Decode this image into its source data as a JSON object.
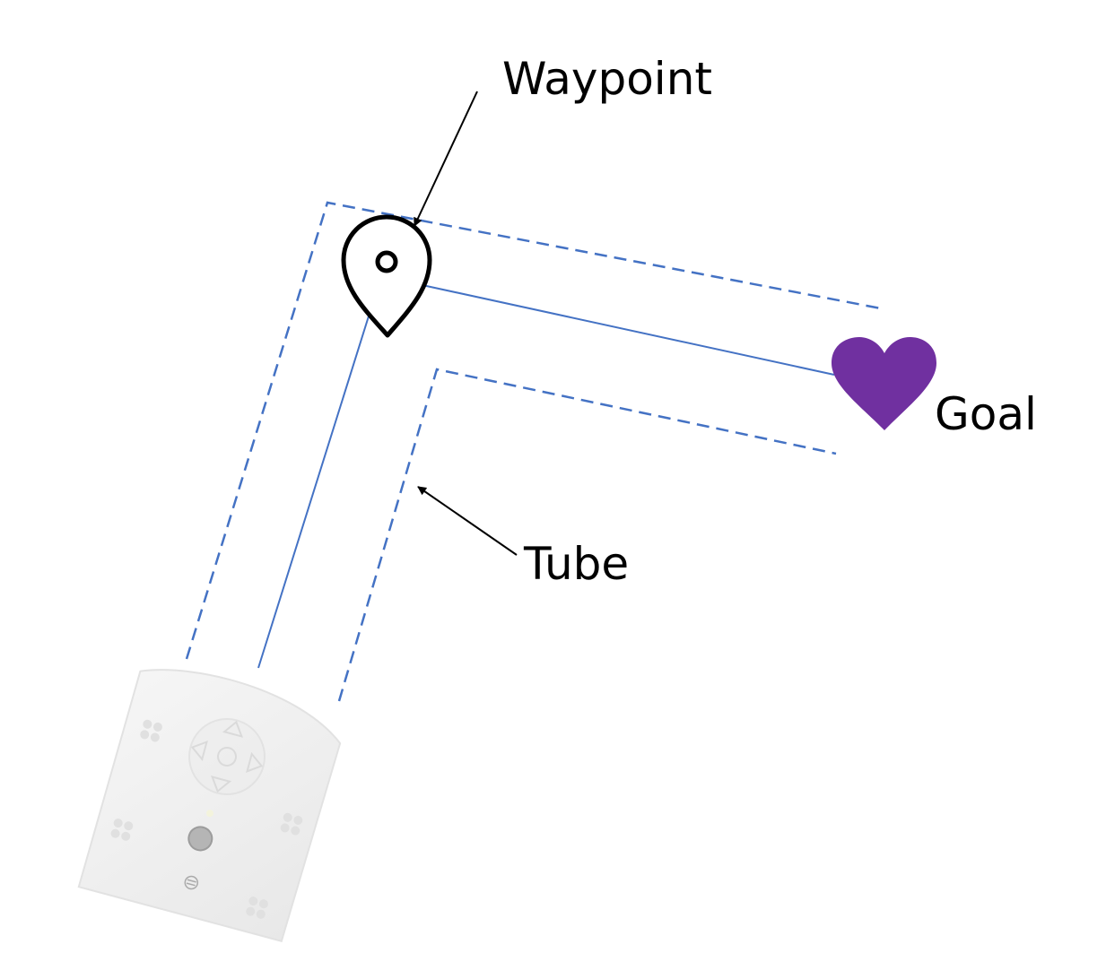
{
  "labels": {
    "waypoint": "Waypoint",
    "goal": "Goal",
    "tube": "Tube"
  },
  "colors": {
    "tube_dashed": "#4472C4",
    "path_line": "#4472C4",
    "goal_heart": "#7030A0",
    "waypoint_marker": "#000000",
    "arrows": "#000000"
  },
  "icons": {
    "waypoint": "map-pin-icon",
    "goal": "heart-icon",
    "robot": "robot-device"
  }
}
